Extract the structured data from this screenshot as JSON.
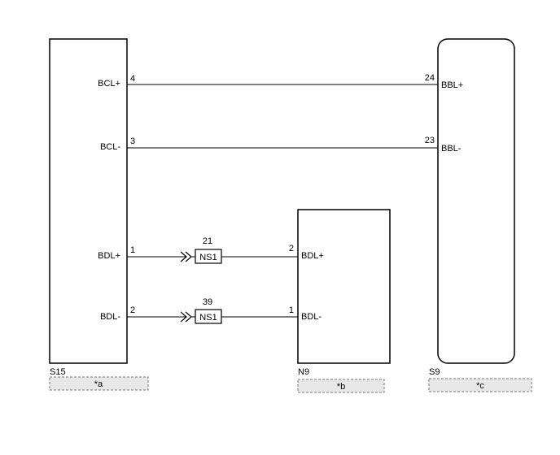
{
  "components": {
    "s15": {
      "name": "S15",
      "ref": "*a",
      "pins": [
        {
          "label": "BCL+",
          "number": "4"
        },
        {
          "label": "BCL-",
          "number": "3"
        },
        {
          "label": "BDL+",
          "number": "1"
        },
        {
          "label": "BDL-",
          "number": "2"
        }
      ]
    },
    "n9": {
      "name": "N9",
      "ref": "*b",
      "pins": [
        {
          "label": "BDL+",
          "number": "2"
        },
        {
          "label": "BDL-",
          "number": "1"
        }
      ]
    },
    "s9": {
      "name": "S9",
      "ref": "*c",
      "pins": [
        {
          "label": "BBL+",
          "number": "24"
        },
        {
          "label": "BBL-",
          "number": "23"
        }
      ]
    }
  },
  "splices": [
    {
      "name": "NS1",
      "number": "21"
    },
    {
      "name": "NS1",
      "number": "39"
    }
  ]
}
